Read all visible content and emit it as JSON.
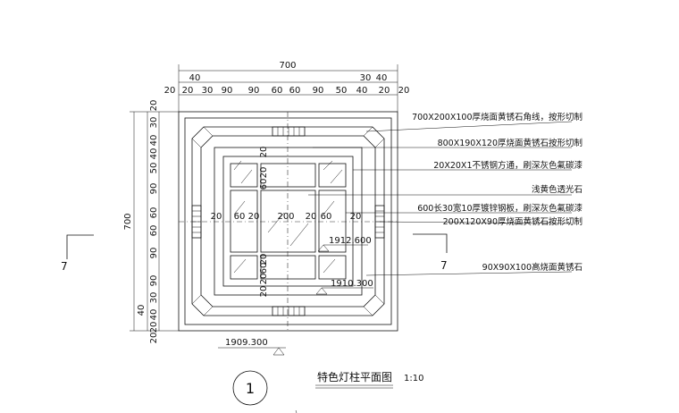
{
  "dims_top": {
    "overall": "700",
    "row2": [
      "40",
      "30",
      "40"
    ],
    "row3": [
      "20",
      "20",
      "30",
      "90",
      "90",
      "60",
      "60",
      "90",
      "50",
      "40",
      "20",
      "20"
    ]
  },
  "dims_left": {
    "overall": "700",
    "col": [
      "20",
      "30",
      "40",
      "40",
      "50",
      "90",
      "60",
      "60",
      "90",
      "90",
      "30",
      "40",
      "40",
      "20",
      "20"
    ]
  },
  "inner_dims": {
    "h1": "20",
    "h2": "60",
    "h3": "20",
    "h4": "200",
    "h5": "20",
    "h6": "60",
    "h7": "20",
    "v1": "20",
    "v2": "20",
    "v3": "60",
    "v4": "20",
    "v5": "60",
    "v6": "20",
    "v7": "20"
  },
  "levels": {
    "l1": "1912.600",
    "l2": "1910.300",
    "l3": "1909.300"
  },
  "section_mark": "7",
  "labels": [
    "700X200X100厚烧面黄锈石角线，按形切制",
    "800X190X120厚烧面黄锈石按形切制",
    "20X20X1不锈钢方通，刷深灰色氟碳漆",
    "浅黄色透光石",
    "600长30宽10厚镀锌钢板，刷深灰色氟碳漆",
    "200X120X90厚烧面黄锈石按形切制",
    "90X90X100高烧面黄锈石"
  ],
  "title": {
    "number": "1",
    "text": "特色灯柱平面图",
    "scale": "1:10"
  }
}
